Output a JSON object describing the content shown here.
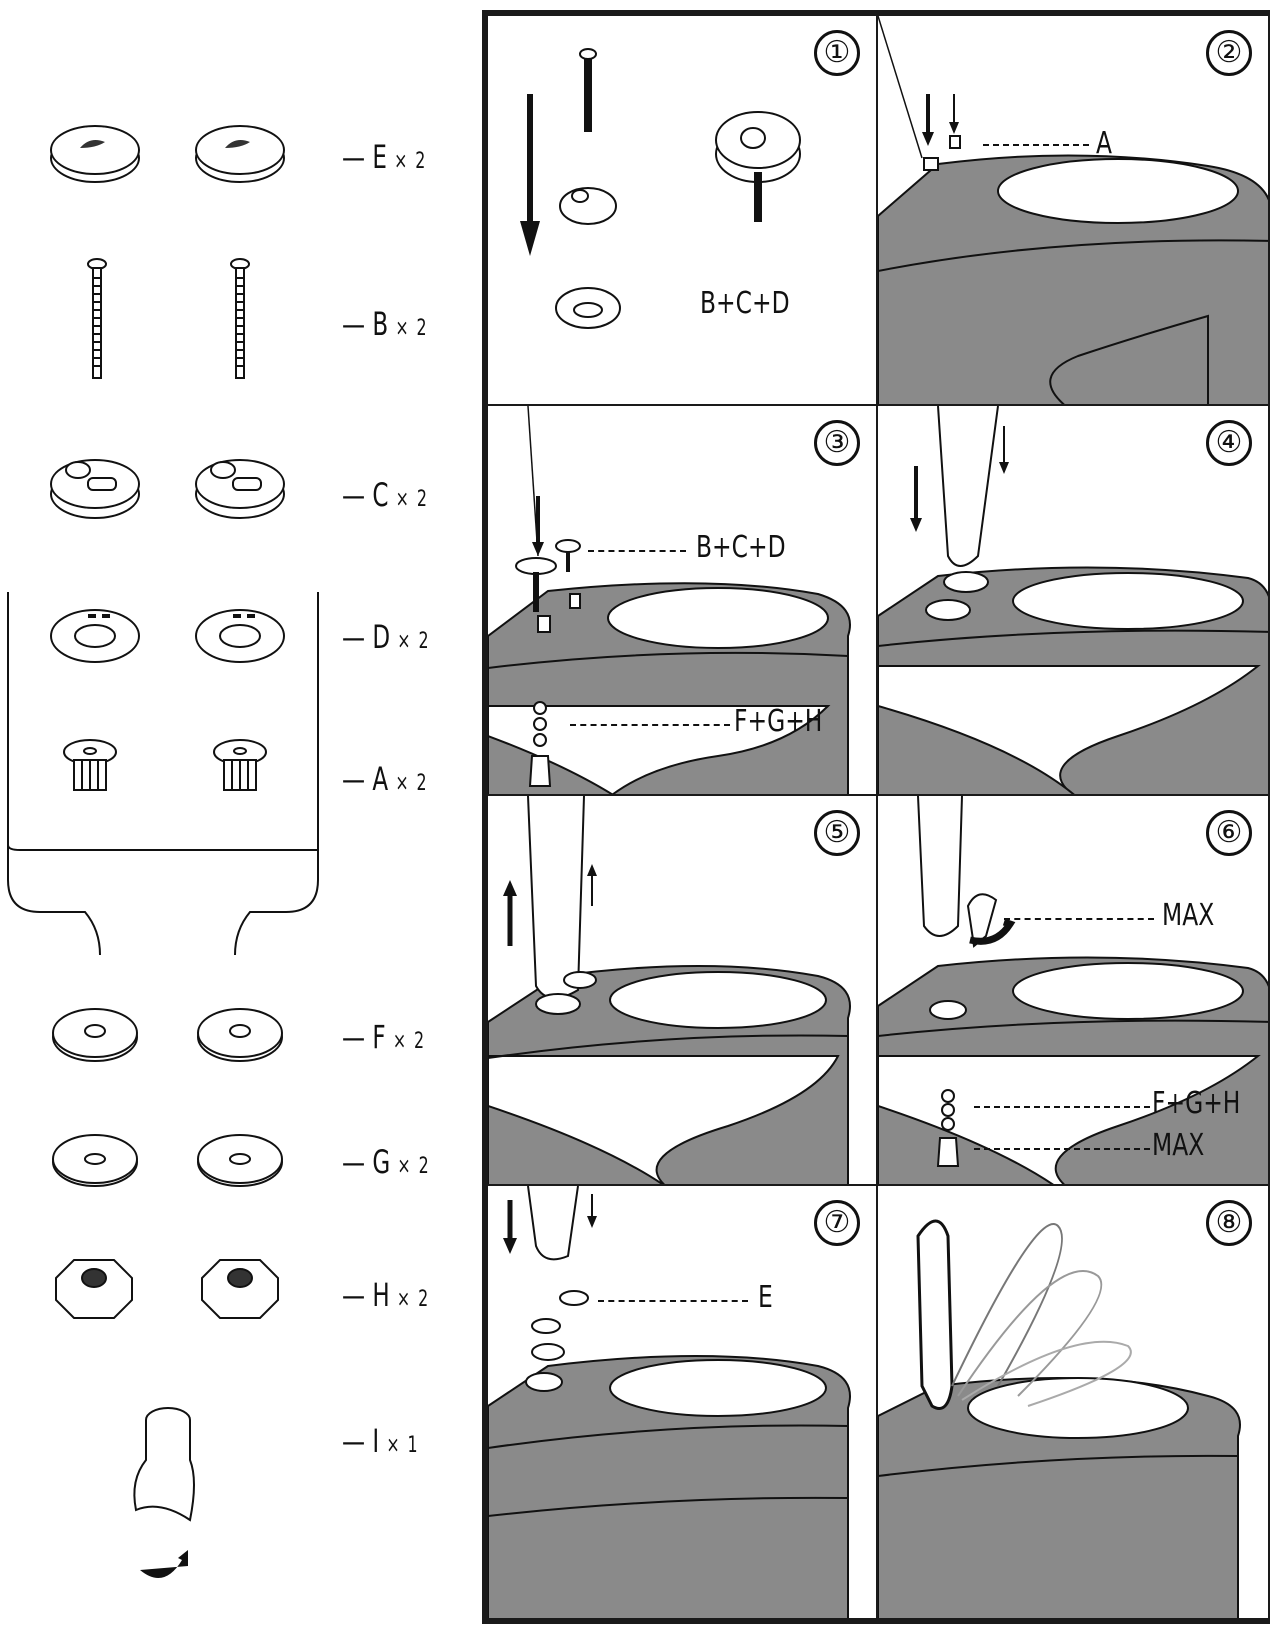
{
  "parts": [
    {
      "letter": "E",
      "qty": "× 2"
    },
    {
      "letter": "B",
      "qty": "× 2"
    },
    {
      "letter": "C",
      "qty": "× 2"
    },
    {
      "letter": "D",
      "qty": "× 2"
    },
    {
      "letter": "A",
      "qty": "× 2"
    },
    {
      "letter": "F",
      "qty": "× 2"
    },
    {
      "letter": "G",
      "qty": "× 2"
    },
    {
      "letter": "H",
      "qty": "× 2"
    },
    {
      "letter": "I",
      "qty": "× 1"
    }
  ],
  "steps": [
    {
      "number": "①",
      "callouts": [
        "B+C+D"
      ]
    },
    {
      "number": "②",
      "callouts": [
        "A"
      ]
    },
    {
      "number": "③",
      "callouts": [
        "B+C+D",
        "F+G+H"
      ]
    },
    {
      "number": "④",
      "callouts": []
    },
    {
      "number": "⑤",
      "callouts": []
    },
    {
      "number": "⑥",
      "callouts": [
        "MAX",
        "F+G+H",
        "MAX"
      ]
    },
    {
      "number": "⑦",
      "callouts": [
        "E"
      ]
    },
    {
      "number": "⑧",
      "callouts": []
    }
  ],
  "colors": {
    "porcelain": "#8a8a8a",
    "line": "#111111"
  }
}
